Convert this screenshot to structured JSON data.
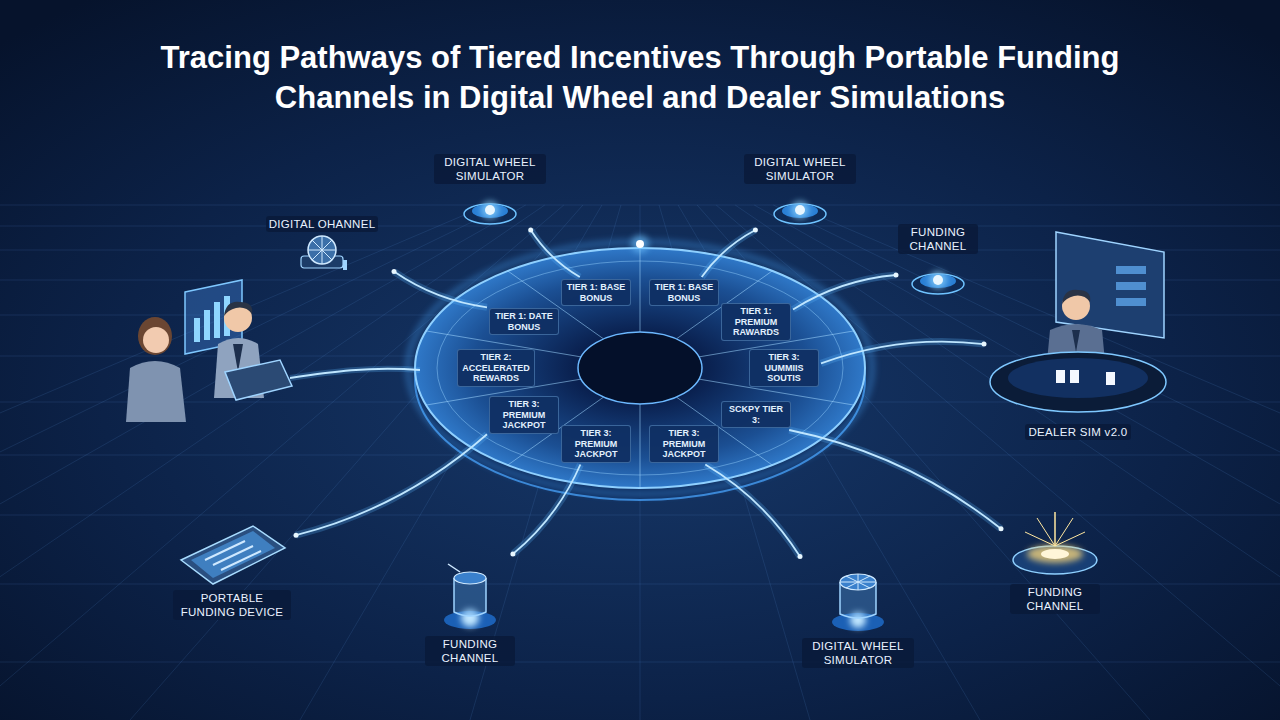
{
  "diagram": {
    "title": "Tracing Pathways of Tiered Incentives Through Portable Funding Channels in Digital Wheel and Dealer Simulations",
    "nodes": [
      {
        "text": [
          "DIGITAL WHEEL SIMULATOR"
        ]
      },
      {
        "text": [
          "DIGITAL WHEEL SIMULATOR"
        ]
      },
      {
        "text": [
          "DIGITAL OHANNEL"
        ]
      },
      {
        "text": [
          "FUNDING CHANNEL"
        ]
      },
      {
        "text": [
          "TIER 1: DATE BONUS"
        ]
      },
      {
        "text": [
          "TIER 1: BASE BONUS"
        ]
      },
      {
        "text": [
          "TIER 1: BASE BONUS"
        ]
      },
      {
        "text": [
          "TIER 1: PREMIUM RAWARDS"
        ]
      },
      {
        "text": [
          "TIER 3: UUMMIIS SOUTIS"
        ]
      },
      {
        "text": [
          "SCKPY TIER 3:"
        ]
      },
      {
        "text": [
          "TIER 3: PREMIUM JACKPOT"
        ]
      },
      {
        "text": [
          "TIER 3: PREMIUM JACKPOT"
        ]
      },
      {
        "text": [
          "TIER 3: PREMIUM JACKPOT"
        ]
      },
      {
        "text": [
          "TIER 2: ACCELERATED REWARDS"
        ]
      },
      {
        "text": [
          "DEALER SIM v2.0"
        ]
      },
      {
        "text": [
          "PORTABLE FUNDING DEVICE"
        ]
      },
      {
        "text": [
          "FUNDING CHANNEL"
        ]
      },
      {
        "text": [
          "FUNDING CHANNEL"
        ]
      },
      {
        "text": [
          "DIGITAL WHEEL SIMULATOR"
        ]
      }
    ],
    "edges": [
      {
        "from": 0,
        "to": 5,
        "arrow": "none"
      },
      {
        "from": 1,
        "to": 6,
        "arrow": "none"
      },
      {
        "from": 2,
        "to": 4,
        "arrow": "none"
      },
      {
        "from": 3,
        "to": 7,
        "arrow": "none"
      },
      {
        "from": 14,
        "to": 8,
        "arrow": "none"
      },
      {
        "from": 16,
        "to": 9,
        "arrow": "none"
      },
      {
        "from": 18,
        "to": 10,
        "arrow": "none"
      },
      {
        "from": 17,
        "to": 11,
        "arrow": "none"
      },
      {
        "from": 15,
        "to": 12,
        "arrow": "none"
      }
    ]
  }
}
